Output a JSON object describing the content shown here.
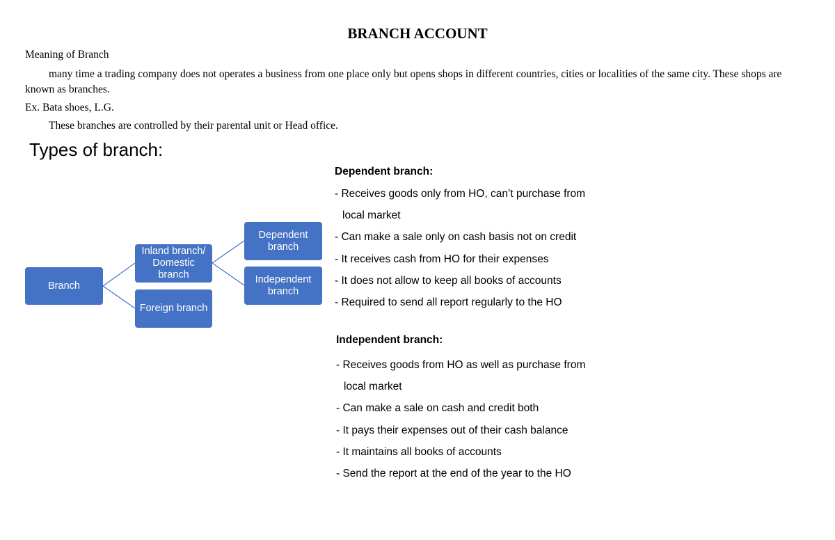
{
  "document": {
    "title": "BRANCH ACCOUNT",
    "meaning_heading": "Meaning of Branch",
    "meaning_paragraph": "many time a trading company does not operates a business from one place only but opens shops in different countries, cities or localities of the same city. These shops are known as branches.",
    "example": "Ex. Bata shoes, L.G.",
    "control_paragraph": "These branches are controlled by their parental unit or Head office.",
    "types_heading": "Types of branch:"
  },
  "diagram": {
    "box_color": "#4472c4",
    "line_color": "#4472c4",
    "nodes": {
      "branch": "Branch",
      "inland": [
        "Inland branch/",
        "Domestic branch"
      ],
      "foreign": "Foreign branch",
      "dependent": [
        "Dependent",
        "branch"
      ],
      "independent": [
        "Independent",
        "branch"
      ]
    }
  },
  "dependent": {
    "heading": "Dependent branch:",
    "points": [
      "- Receives goods only from HO, can’t purchase from",
      "local market",
      "- Can make a sale only on cash basis not on credit",
      "- It receives cash from HO for their expenses",
      "- It does not allow to keep all books of accounts",
      "- Required to send all report regularly to the HO"
    ]
  },
  "independent": {
    "heading": "Independent branch:",
    "points": [
      "- Receives goods from HO as well as purchase from",
      "local market",
      "- Can make a sale on cash and credit both",
      "- It pays their expenses out of their cash balance",
      "- It maintains all books of accounts",
      "- Send the report at the end of the year to the HO"
    ]
  }
}
